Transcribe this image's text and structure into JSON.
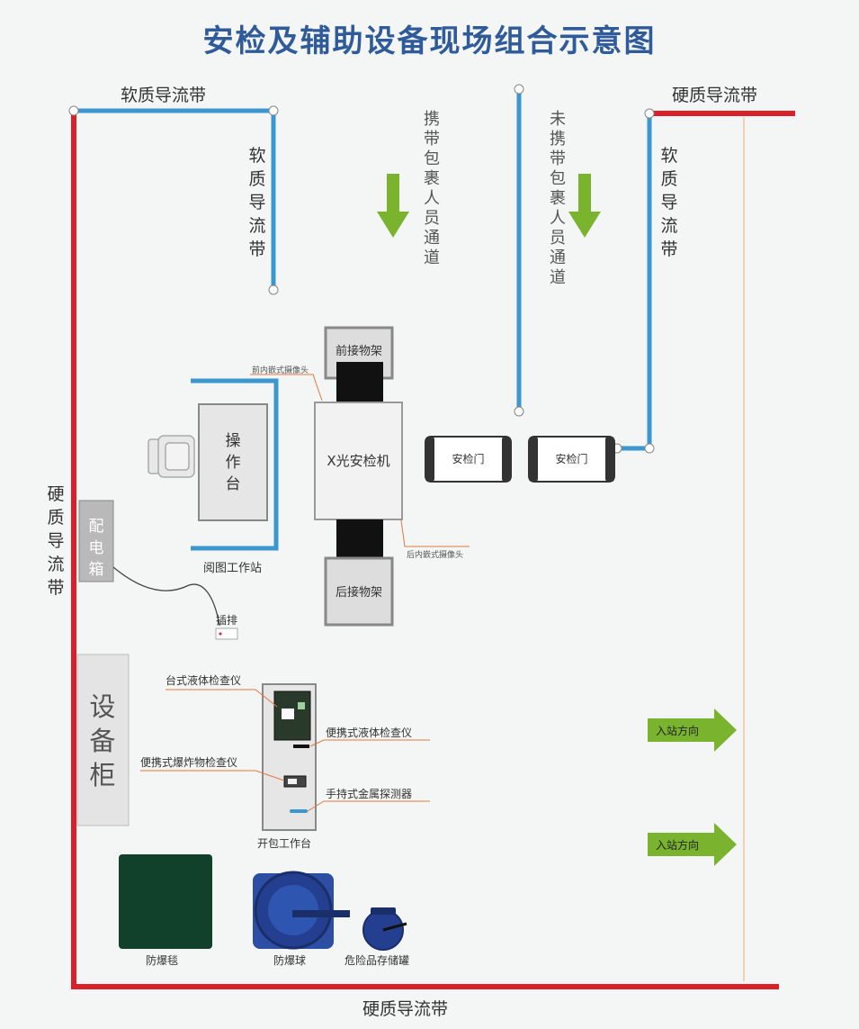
{
  "title": "安检及辅助设备现场组合示意图",
  "colors": {
    "hard_barrier": "#d8212a",
    "soft_barrier": "#3d97cf",
    "arrow_green": "#7ab32e",
    "title": "#2f5b9a"
  },
  "labels": {
    "soft_top_left": "软质导流带",
    "soft_vertical_left": "软质导流带",
    "hard_top_right": "硬质导流带",
    "soft_vertical_right": "软质导流带",
    "hard_left": "硬质导流带",
    "hard_bottom": "硬质导流带",
    "lane_with_bag": "携带包裹人员通道",
    "lane_without_bag": "未携带包裹人员通道",
    "xray_machine": "X光安检机",
    "front_rack": "前接物架",
    "rear_rack": "后接物架",
    "front_camera": "前内嵌式摄像头",
    "rear_camera": "后内嵌式摄像头",
    "gate_1": "安检门",
    "gate_2": "安检门",
    "operation_desk": "操作台",
    "workstation": "阅图工作站",
    "power_box": "配电箱",
    "power_strip": "插排",
    "equipment_cabinet": "设备柜",
    "desktop_liquid": "台式液体检查仪",
    "portable_liquid": "便携式液体检查仪",
    "portable_explosive": "便携式爆炸物检查仪",
    "metal_detector": "手持式金属探测器",
    "bag_table": "开包工作台",
    "blast_blanket": "防爆毯",
    "blast_ball": "防爆球",
    "hazard_tank": "危险品存储罐",
    "entry_direction_1": "入站方向",
    "entry_direction_2": "入站方向"
  },
  "icons": [
    "down-arrow-icon",
    "right-arrow-icon",
    "chair-icon"
  ]
}
